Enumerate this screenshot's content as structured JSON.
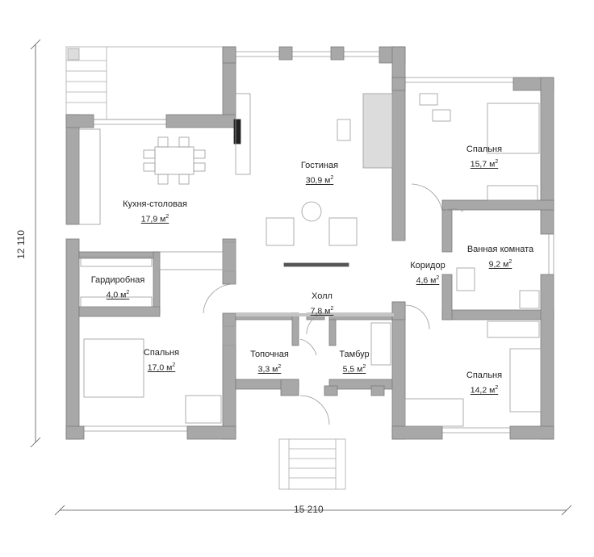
{
  "rooms": {
    "living": {
      "name": "Гостиная",
      "area": "30,9 м",
      "sup": "2"
    },
    "bed_ne": {
      "name": "Спальня",
      "area": "15,7 м",
      "sup": "2"
    },
    "kitchen": {
      "name": "Кухня-столовая",
      "area": "17,9 м",
      "sup": "2"
    },
    "wardrobe": {
      "name": "Гардиробная",
      "area": "4,0 м",
      "sup": "2"
    },
    "corridor": {
      "name": "Коридор",
      "area": "4,6 м",
      "sup": "2"
    },
    "bath": {
      "name": "Ванная комната",
      "area": "9,2 м",
      "sup": "2"
    },
    "hall": {
      "name": "Холл",
      "area": "7,8 м",
      "sup": "2"
    },
    "bed_sw": {
      "name": "Спальня",
      "area": "17,0 м",
      "sup": "2"
    },
    "boiler": {
      "name": "Топочная",
      "area": "3,3 м",
      "sup": "2"
    },
    "vestibule": {
      "name": "Тамбур",
      "area": "5,5 м",
      "sup": "2"
    },
    "bed_se": {
      "name": "Спальня",
      "area": "14,2 м",
      "sup": "2"
    }
  },
  "dimensions": {
    "width": "15 210",
    "height": "12 110"
  },
  "colors": {
    "wall": "#a8a8a8",
    "wall_outline": "#7a7a7a",
    "furniture": "#9a9a9a",
    "dimension_line": "#444444"
  }
}
